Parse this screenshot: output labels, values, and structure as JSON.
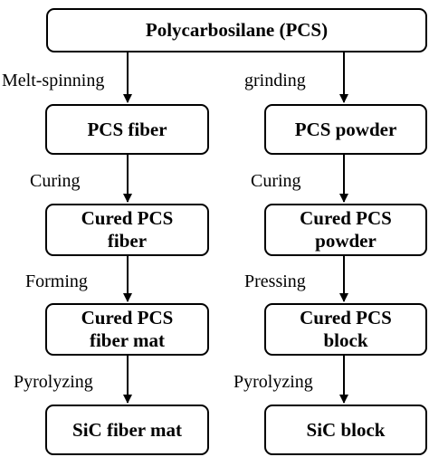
{
  "root": {
    "label": "Polycarbosilane (PCS)"
  },
  "left": {
    "steps": [
      "Melt-spinning",
      "Curing",
      "Forming",
      "Pyrolyzing"
    ],
    "nodes": [
      {
        "lines": [
          "PCS fiber"
        ]
      },
      {
        "lines": [
          "Cured PCS",
          "fiber"
        ]
      },
      {
        "lines": [
          "Cured PCS",
          "fiber mat"
        ]
      },
      {
        "lines": [
          "SiC fiber mat"
        ]
      }
    ]
  },
  "right": {
    "steps": [
      "grinding",
      "Curing",
      "Pressing",
      "Pyrolyzing"
    ],
    "nodes": [
      {
        "lines": [
          "PCS powder"
        ]
      },
      {
        "lines": [
          "Cured PCS",
          "powder"
        ]
      },
      {
        "lines": [
          "Cured PCS",
          "block"
        ]
      },
      {
        "lines": [
          "SiC block"
        ]
      }
    ]
  }
}
